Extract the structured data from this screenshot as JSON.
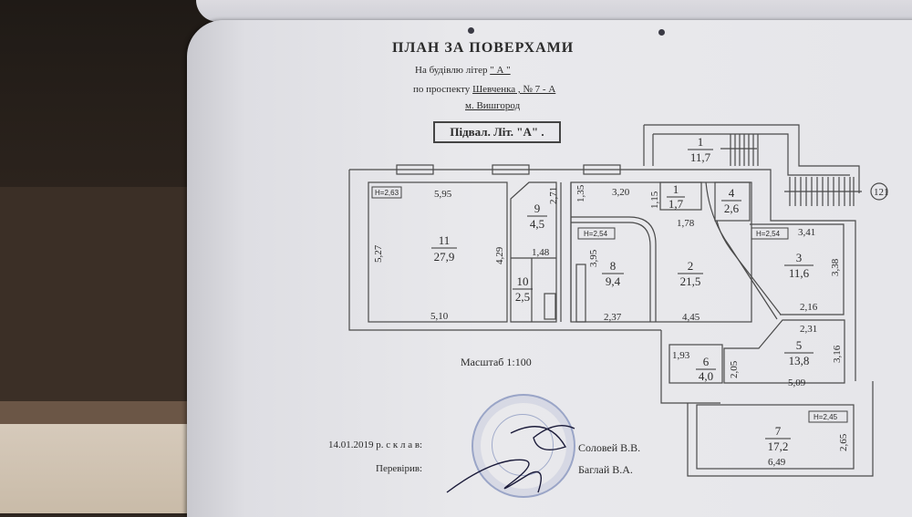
{
  "document": {
    "title": "ПЛАН ЗА ПОВЕРХАМИ",
    "building_line_prefix": "На будівлю літер",
    "building_letter": "\"  А  \"",
    "street_prefix": "по проспекту",
    "street_value": "Шевченка ,  № 7 - А",
    "city": "м. Вишгород",
    "floor_label": "Підвал.  Літ.  \"А\" .",
    "scale": "Масштаб 1:100",
    "date_line": "14.01.2019 р.  с к л а в:",
    "compiled_by": "Соловей В.В.",
    "checked_label": "Перевірив:",
    "checked_by": "Баглай В.А.",
    "marker": "121"
  },
  "rooms": [
    {
      "id": "11",
      "area": "27,9"
    },
    {
      "id": "9",
      "area": "4,5"
    },
    {
      "id": "10",
      "area": "2,5"
    },
    {
      "id": "8",
      "area": "9,4"
    },
    {
      "id": "2",
      "area": "21,5"
    },
    {
      "id": "1",
      "area": "1,7"
    },
    {
      "id": "1",
      "area": "11,7"
    },
    {
      "id": "4",
      "area": "2,6"
    },
    {
      "id": "3",
      "area": "11,6"
    },
    {
      "id": "5",
      "area": "13,8"
    },
    {
      "id": "6",
      "area": "4,0"
    },
    {
      "id": "7",
      "area": "17,2"
    }
  ],
  "heights": [
    "H=2,63",
    "H=2,54",
    "H=2,54",
    "H=2,45"
  ],
  "dimensions": {
    "d595": "5,95",
    "d527": "5,27",
    "d429": "4,29",
    "d510": "5,10",
    "d271": "2,71",
    "d148": "1,48",
    "d135": "1,35",
    "d320": "3,20",
    "d115": "1,15",
    "d178": "1,78",
    "d395": "3,95",
    "d237": "2,37",
    "d445": "4,45",
    "d341": "3,41",
    "d338": "3,38",
    "d216": "2,16",
    "d231": "2,31",
    "d316": "3,16",
    "d509": "5,09",
    "d193": "1,93",
    "d205": "2,05",
    "d265": "2,65",
    "d649": "6,49"
  }
}
